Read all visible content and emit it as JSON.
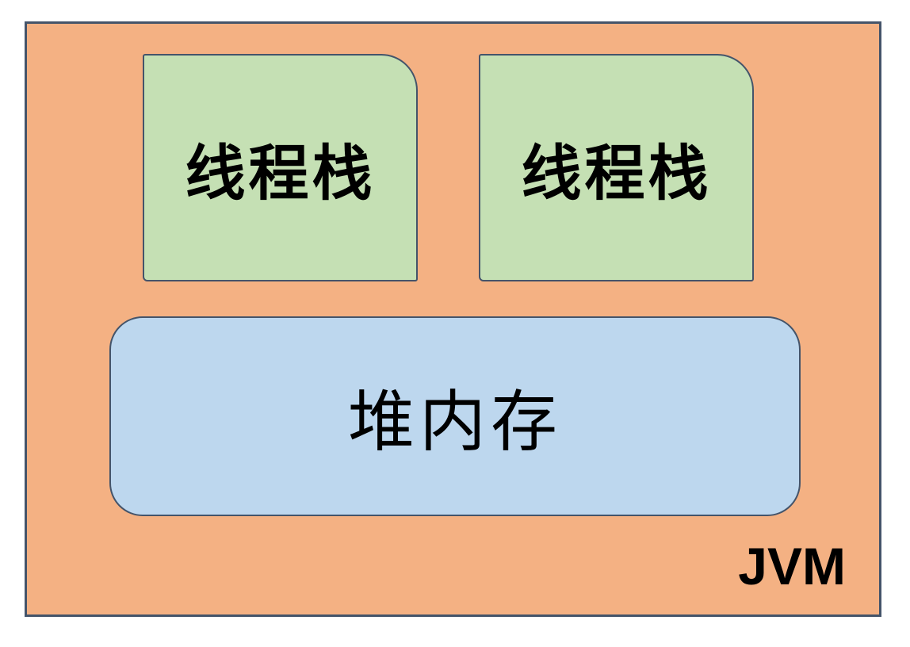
{
  "diagram": {
    "type": "block-diagram",
    "container": {
      "label": "JVM"
    },
    "boxes": {
      "thread_stack_1": {
        "label": "线程栈"
      },
      "thread_stack_2": {
        "label": "线程栈"
      },
      "heap": {
        "label": "堆内存"
      }
    },
    "colors": {
      "page_background": "#ffffff",
      "container_fill": "#f4b183",
      "thread_stack_fill": "#c5e0b4",
      "heap_fill": "#bdd7ee",
      "border": "#44546a",
      "text": "#000000"
    }
  }
}
